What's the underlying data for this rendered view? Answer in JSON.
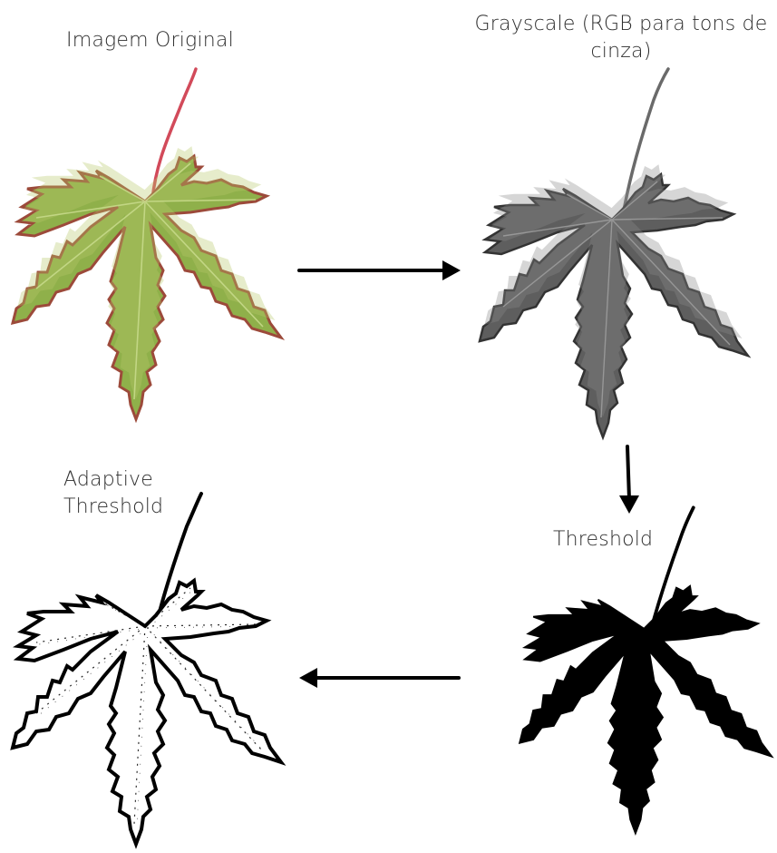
{
  "labels": {
    "original": "Imagem Original",
    "grayscale": "Grayscale (RGB para tons de cinza)",
    "adaptive": "Adaptive Threshold",
    "threshold": "Threshold"
  },
  "colors": {
    "leaf_green": "#8fb04a",
    "leaf_edge": "#9c4a3a",
    "stem_red": "#d24a5a",
    "gray_leaf": "#5e5e5e",
    "black": "#000000",
    "arrow": "#000000"
  },
  "flow": [
    {
      "from": "original",
      "to": "grayscale",
      "direction": "right"
    },
    {
      "from": "grayscale",
      "to": "threshold",
      "direction": "down"
    },
    {
      "from": "threshold",
      "to": "adaptive",
      "direction": "left"
    }
  ]
}
